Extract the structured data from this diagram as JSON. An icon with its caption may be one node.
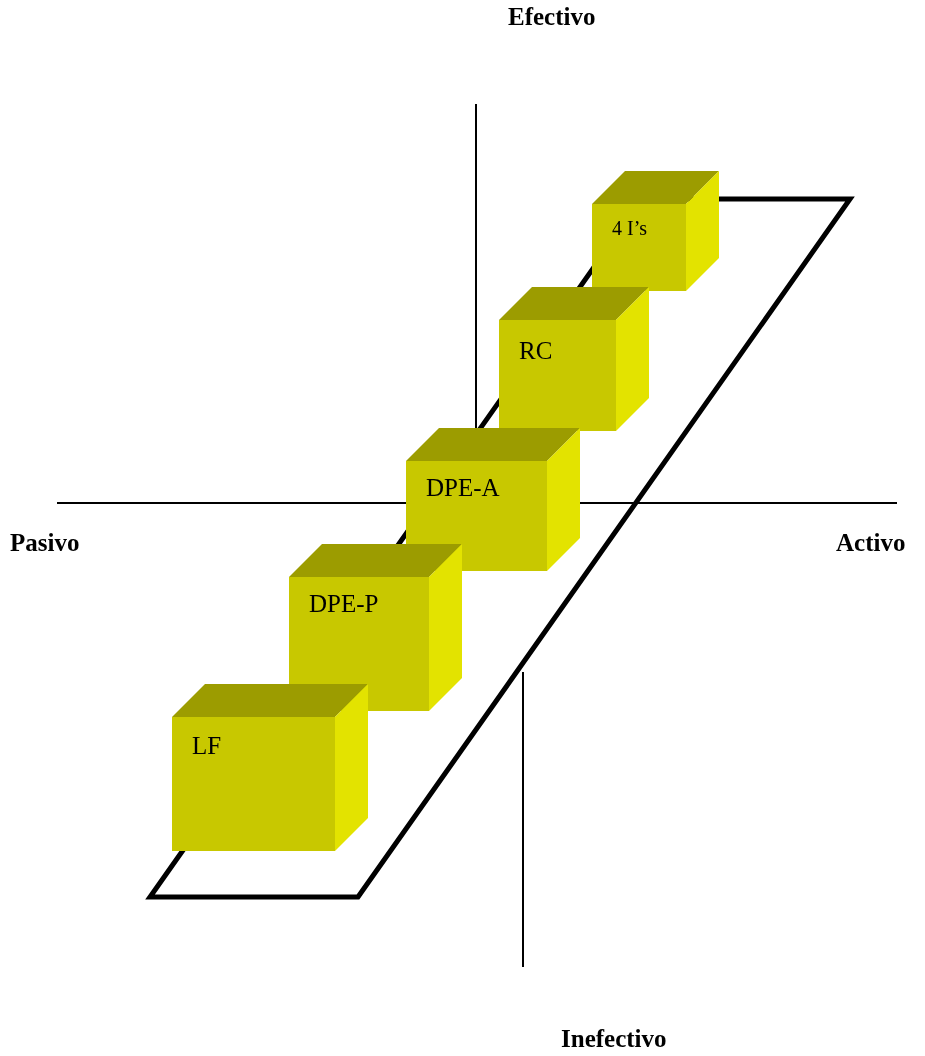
{
  "diagram": {
    "nodes": [
      {
        "text": [
          "4 I’s"
        ]
      },
      {
        "text": [
          "RC"
        ]
      },
      {
        "text": [
          "DPE-A"
        ]
      },
      {
        "text": [
          "DPE-P"
        ]
      },
      {
        "text": [
          "LF"
        ]
      }
    ],
    "labels": [
      "Efectivo",
      "Pasivo",
      "Activo",
      "Inefectivo"
    ]
  }
}
